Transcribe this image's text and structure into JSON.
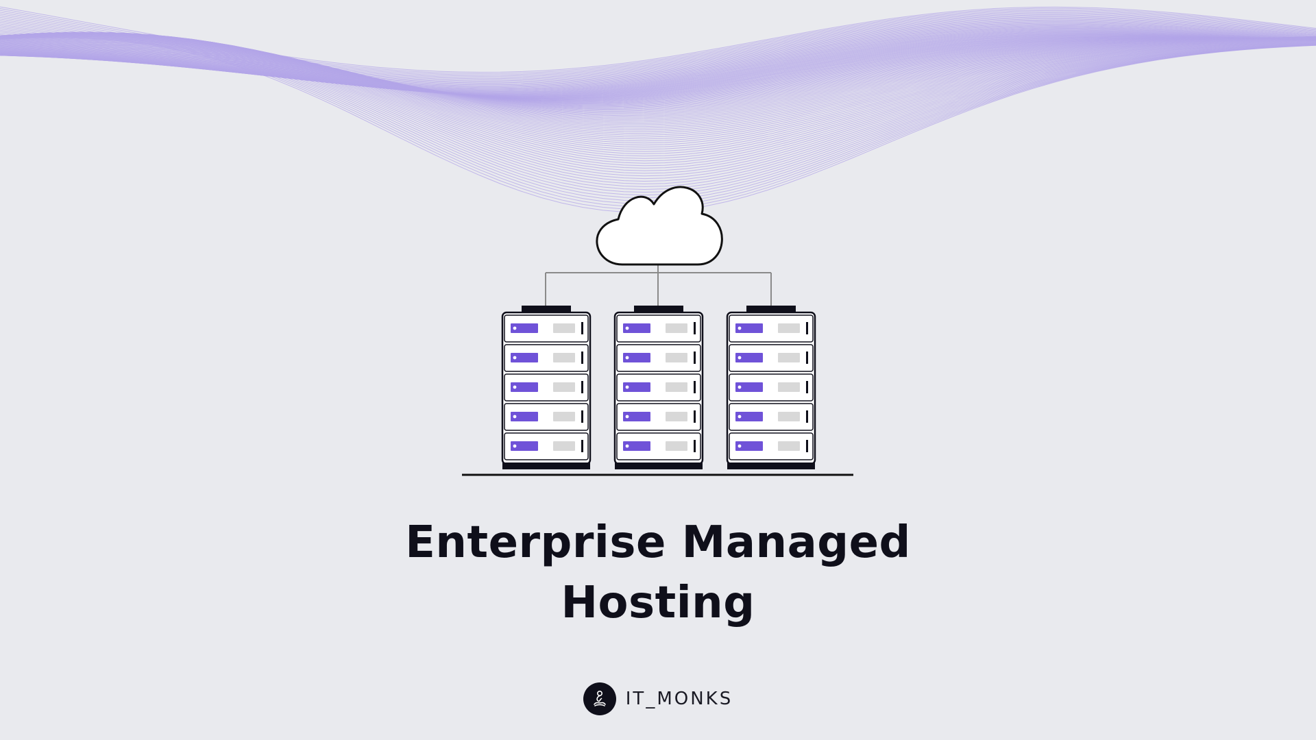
{
  "headline": {
    "line1": "Enterprise Managed",
    "line2": "Hosting"
  },
  "brand": {
    "name": "IT_MONKS",
    "logo_icon": "monk-meditation-icon"
  },
  "illustration": {
    "cloud_icon": "cloud-icon",
    "server_rack_count": 3,
    "units_per_rack": 5,
    "rack_icon": "server-rack-icon"
  },
  "colors": {
    "background": "#e9eaee",
    "wave_lines": "#b3a6e8",
    "server_accent": "#6f52d8",
    "server_slot": "#d8d8d8",
    "ink": "#0f0f1a"
  }
}
